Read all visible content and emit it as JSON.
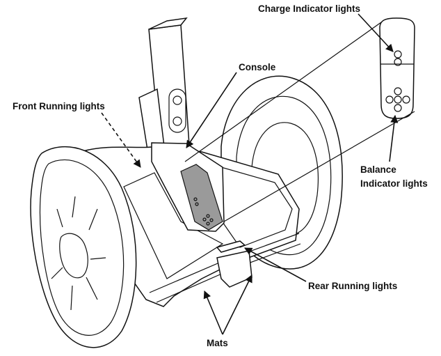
{
  "labels": {
    "charge_indicator": "Charge Indicator lights",
    "console": "Console",
    "front_running": "Front Running lights",
    "balance_line1": "Balance",
    "balance_line2": "Indicator lights",
    "rear_running": "Rear Running lights",
    "mats": "Mats"
  }
}
